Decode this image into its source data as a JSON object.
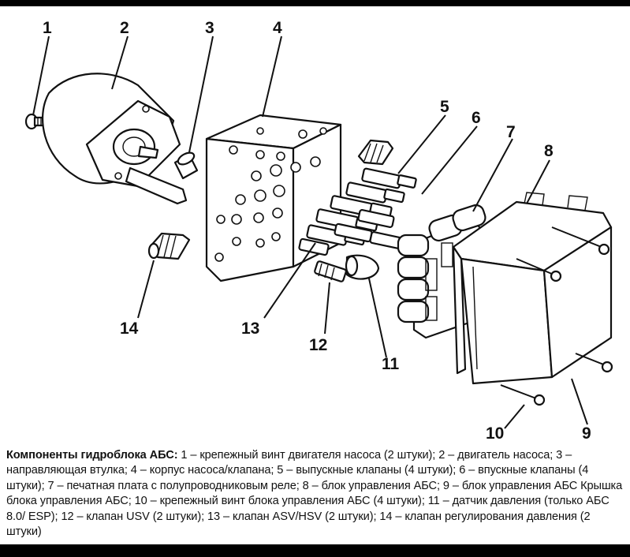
{
  "callouts": [
    "1",
    "2",
    "3",
    "4",
    "5",
    "6",
    "7",
    "8",
    "9",
    "10",
    "11",
    "12",
    "13",
    "14"
  ],
  "caption": {
    "title": "Компоненты гидроблока АБС:",
    "text": " 1 – крепежный винт двигателя насоса (2 штуки); 2 – двигатель насоса; 3 – направляющая втулка; 4 – корпус насоса/клапана; 5 – выпускные клапаны (4 штуки); 6 – впускные клапаны (4 штуки); 7 – печатная плата с полупроводниковым реле; 8 – блок управления АБС; 9 – блок управления АБС Крышка блока управления АБС; 10 – крепежный винт блока управления АБС (4 штуки); 11 – датчик давления (только АБС 8.0/ ESP); 12 – клапан USV (2 штуки); 13 – клапан ASV/HSV (2 штуки); 14 – клапан регулирования давления (2 штуки)"
  }
}
